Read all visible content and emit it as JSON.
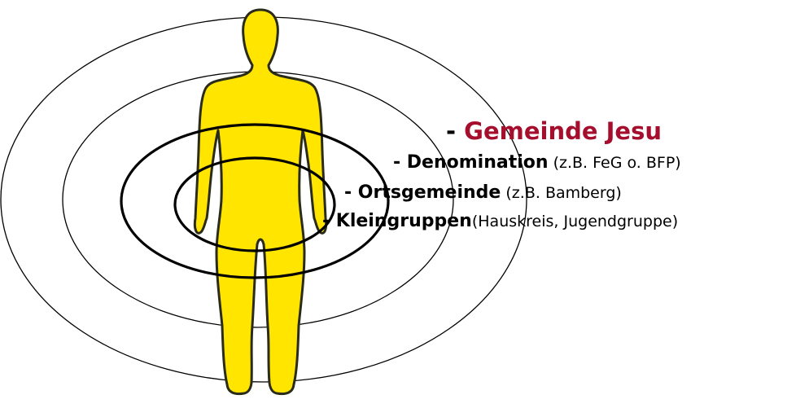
{
  "colors": {
    "figure_fill": "#ffe500",
    "figure_outline": "#2b2b1a",
    "ring_stroke": "#000000",
    "highlight_text": "#a50e2d"
  },
  "figure": {
    "icon": "human-silhouette-icon"
  },
  "rings": [
    {
      "name": "outer-ring",
      "level": "Gemeinde Jesu"
    },
    {
      "name": "third-ring",
      "level": "Denomination"
    },
    {
      "name": "second-ring",
      "level": "Ortsgemeinde"
    },
    {
      "name": "inner-ring",
      "level": "Kleingruppen"
    }
  ],
  "labels": [
    {
      "dash": "- ",
      "main": "Gemeinde Jesu",
      "sub": ""
    },
    {
      "dash": "- ",
      "main": "Denomination",
      "sub": " (z.B. FeG o. BFP)"
    },
    {
      "dash": "- ",
      "main": "Ortsgemeinde",
      "sub": " (z.B. Bamberg)"
    },
    {
      "dash": "- ",
      "main": "Kleingruppen",
      "sub": "(Hauskreis, Jugendgruppe)"
    }
  ]
}
